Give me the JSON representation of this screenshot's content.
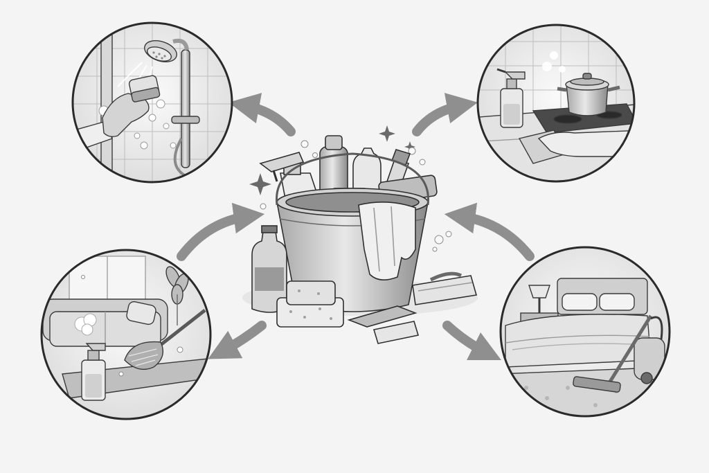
{
  "illustration": {
    "style": "grayscale line-art",
    "center": {
      "name": "cleaning-supplies-bucket",
      "items": [
        "bucket",
        "spray-bottle",
        "bottles",
        "scrub-brush",
        "sponges",
        "cloth",
        "floor-mop-head"
      ]
    },
    "scenes": [
      {
        "name": "bathroom-shower-scene",
        "position": "top-left",
        "contents": [
          "shower-head",
          "gloved-hand",
          "sponge",
          "tiles"
        ]
      },
      {
        "name": "kitchen-stove-scene",
        "position": "top-right",
        "contents": [
          "spray-bottle",
          "pot",
          "stove",
          "gloved-hand",
          "cloth"
        ]
      },
      {
        "name": "living-room-scene",
        "position": "bottom-left",
        "contents": [
          "sofa",
          "feather-duster",
          "spray-bottle",
          "table",
          "plant"
        ]
      },
      {
        "name": "bedroom-scene",
        "position": "bottom-right",
        "contents": [
          "bed",
          "lamp",
          "vacuum-cleaner",
          "carpet"
        ]
      }
    ],
    "arrows": [
      {
        "name": "arrow-to-bathroom",
        "direction": "outward"
      },
      {
        "name": "arrow-to-kitchen",
        "direction": "outward"
      },
      {
        "name": "arrow-from-living-room",
        "direction": "inward"
      },
      {
        "name": "arrow-from-bedroom",
        "direction": "inward"
      },
      {
        "name": "arrow-to-living-room",
        "direction": "outward"
      },
      {
        "name": "arrow-to-bedroom",
        "direction": "outward"
      }
    ],
    "colors": {
      "background": "#f4f4f4",
      "ink": "#2a2a2a",
      "arrow": "#8f8f8f",
      "fill_light": "#e6e6e6",
      "fill_mid": "#c6c6c6"
    }
  }
}
